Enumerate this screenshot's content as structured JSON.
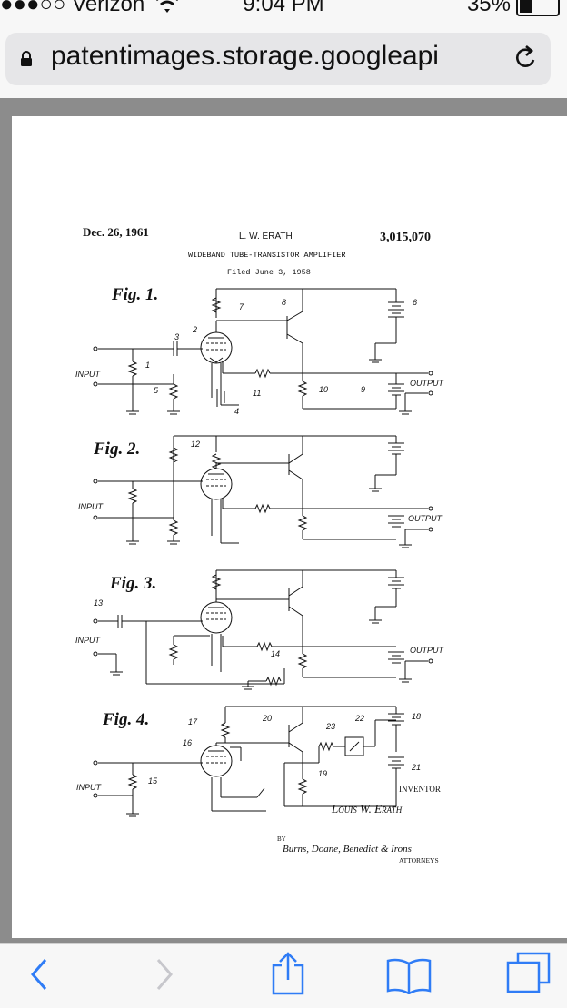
{
  "status_bar": {
    "carrier": "●●●○○ Verizon",
    "time": "9:04 PM",
    "battery": "35%",
    "battery_level": 0.35
  },
  "url_bar": {
    "url": "patentimages.storage.googleapi"
  },
  "document": {
    "date": "Dec. 26, 1961",
    "inventor_header": "L. W. ERATH",
    "patent_number": "3,015,070",
    "title": "WIDEBAND TUBE-TRANSISTOR AMPLIFIER",
    "filed": "Filed June 3, 1958",
    "figures": [
      "Fig. 1.",
      "Fig. 2.",
      "Fig. 3.",
      "Fig. 4."
    ],
    "labels": {
      "input": "INPUT",
      "output": "OUTPUT",
      "n1": "1",
      "n2": "2",
      "n3": "3",
      "n4": "4",
      "n5": "5",
      "n6": "6",
      "n7": "7",
      "n8": "8",
      "n9": "9",
      "n10": "10",
      "n11": "11",
      "n12": "12",
      "n13": "13",
      "n14": "14",
      "n15": "15",
      "n16": "16",
      "n17": "17",
      "n18": "18",
      "n19": "19",
      "n20": "20",
      "n21": "21",
      "n22": "22",
      "n23": "23"
    },
    "inventor_caption": "INVENTOR",
    "inventor_name": "Louis W. Erath",
    "by": "BY",
    "attorneys_signature": "Burns, Doane, Benedict & Irons",
    "attorneys": "ATTORNEYS"
  },
  "toolbar": {
    "icons": [
      "back-icon",
      "forward-icon",
      "share-icon",
      "bookmarks-icon",
      "tabs-icon"
    ]
  },
  "colors": {
    "chrome": "#f7f7f7",
    "url_field": "#e6e6e8",
    "tint": "#2f7cf6",
    "disabled": "#c7c7cc",
    "viewer_bg": "#8c8c8c"
  }
}
